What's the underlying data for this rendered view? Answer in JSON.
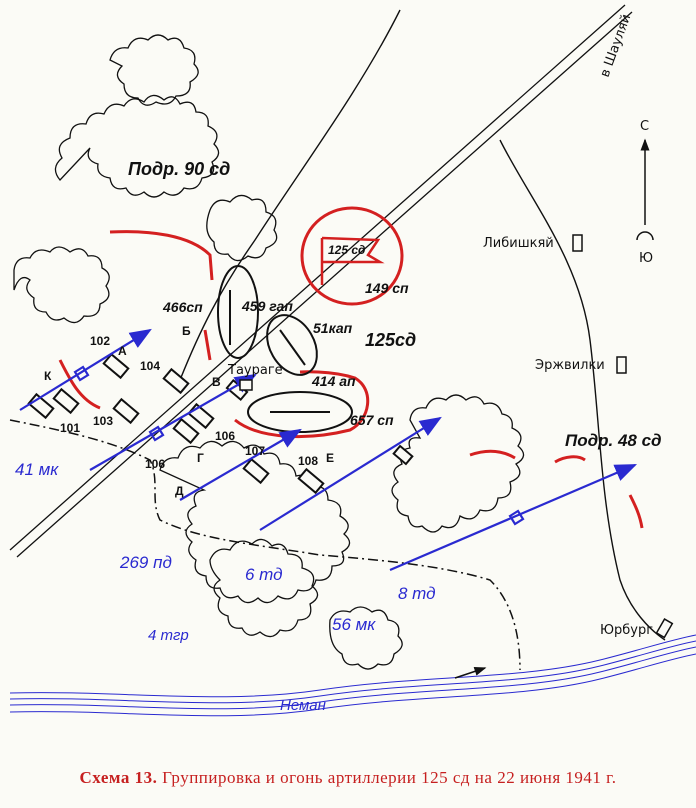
{
  "caption": {
    "number": "Схема 13.",
    "text": "Группировка и огонь артиллерии 125 сд на 22 июня 1941 г."
  },
  "railway_label": "в Шауляй",
  "compass": {
    "north": "С",
    "south": "Ю"
  },
  "towns": {
    "taurage": "Таураге",
    "libishkyai": "Либишкяй",
    "erzhvilki": "Эржвилки",
    "yurburg": "Юрбург"
  },
  "river": "Неман",
  "friendly_units": {
    "podr_90": "Подр. 90 сд",
    "podr_48": "Подр. 48 сд",
    "sd_125_flag": "125 сд",
    "sd_125": "125сд",
    "sp_149": "149 сп",
    "sp_466": "466сп",
    "gap_459": "459 гап",
    "kap_51": "51кап",
    "ap_414": "414 ап",
    "sp_657": "657 сп"
  },
  "enemy_units": {
    "mk_41": "41 мк",
    "pd_269": "269 пд",
    "td_6": "6 тд",
    "td_8": "8 тд",
    "tgr_4": "4 тгр",
    "mk_56": "56 мк"
  },
  "enemy_artillery": {
    "n101": "101",
    "n102": "102",
    "n103": "103",
    "n104": "104",
    "n106a": "106",
    "n106b": "106",
    "n107": "107",
    "n108": "108"
  },
  "battery_letters": {
    "a": "А",
    "b": "Б",
    "v": "В",
    "g": "Г",
    "d": "Д",
    "e": "Е",
    "k": "К"
  },
  "colors": {
    "friendly": "#d42020",
    "enemy": "#2a2ad0",
    "ink": "#111111"
  },
  "icons": [
    "compass-arrow-icon",
    "unit-flag-icon",
    "river-flow-arrow-icon"
  ]
}
